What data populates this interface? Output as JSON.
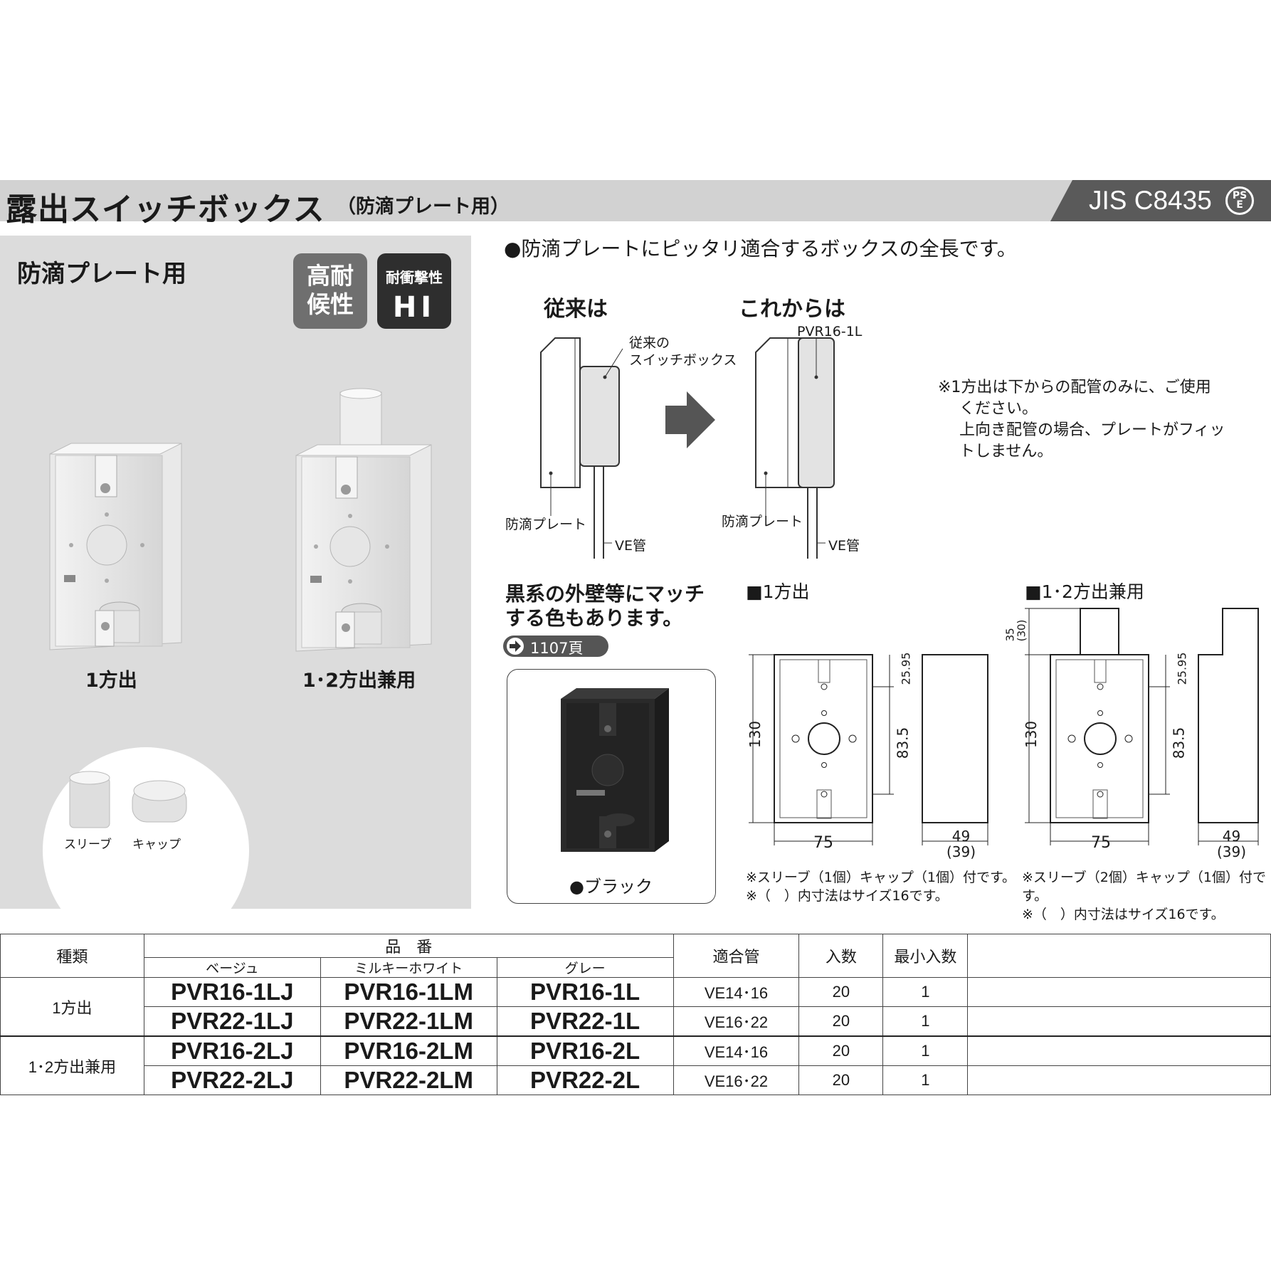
{
  "header": {
    "title": "露出スイッチボックス",
    "subtitle": "（防滴プレート用）",
    "jis": "JIS C8435",
    "pse_mark": "PSE"
  },
  "left_panel": {
    "title": "防滴プレート用",
    "badge_weather": "高耐候性",
    "badge_weather_l1": "高耐",
    "badge_weather_l2": "候性",
    "badge_impact_top": "耐衝撃性",
    "badge_impact_main": "HI",
    "photo1_label": "1方出",
    "photo2_label": "1･2方出兼用",
    "acc_sleeve": "スリーブ",
    "acc_cap": "キャップ"
  },
  "comparison": {
    "heading": "●防滴プレートにピッタリ適合するボックスの全長です。",
    "before_title": "従来は",
    "after_title": "これからは",
    "before_box_label_1": "従来の",
    "before_box_label_2": "スイッチボックス",
    "after_model": "PVR16-1L",
    "plate_label": "防滴プレート",
    "pipe_label": "VE管",
    "note_1": "※1方出は下からの配管のみに、ご使用",
    "note_2": "ください。",
    "note_3": "上向き配管の場合、プレートがフィッ",
    "note_4": "トしません。"
  },
  "black_variant": {
    "text_1": "黒系の外壁等にマッチ",
    "text_2": "する色もあります。",
    "ref": "1107頁",
    "label": "●ブラック"
  },
  "drawings": {
    "one_way": {
      "title": "■1方出",
      "dim_height": "130",
      "dim_width": "75",
      "dim_top": "25.95",
      "dim_pitch": "83.5",
      "dim_depth": "49",
      "dim_depth_alt": "(39)",
      "note_1": "※スリーブ（1個）キャップ（1個）付です。",
      "note_2": "※（　）内寸法はサイズ16です。"
    },
    "two_way": {
      "title": "■1･2方出兼用",
      "dim_tube": "35",
      "dim_tube_alt": "(30)",
      "dim_height": "130",
      "dim_width": "75",
      "dim_top": "25.95",
      "dim_pitch": "83.5",
      "dim_depth": "49",
      "dim_depth_alt": "(39)",
      "note_1": "※スリーブ（2個）キャップ（1個）付です。",
      "note_2": "※（　）内寸法はサイズ16です。"
    }
  },
  "table": {
    "h_type": "種類",
    "h_part": "品　番",
    "h_beige": "ベージュ",
    "h_milky": "ミルキーホワイト",
    "h_gray": "グレー",
    "h_pipe": "適合管",
    "h_qty": "入数",
    "h_minqty": "最小入数",
    "rows": [
      {
        "type": "1方出",
        "beige": "PVR16-1LJ",
        "milky": "PVR16-1LM",
        "gray": "PVR16-1L",
        "pipe": "VE14･16",
        "qty": "20",
        "min": "1"
      },
      {
        "type": "",
        "beige": "PVR22-1LJ",
        "milky": "PVR22-1LM",
        "gray": "PVR22-1L",
        "pipe": "VE16･22",
        "qty": "20",
        "min": "1"
      },
      {
        "type": "1･2方出兼用",
        "beige": "PVR16-2LJ",
        "milky": "PVR16-2LM",
        "gray": "PVR16-2L",
        "pipe": "VE14･16",
        "qty": "20",
        "min": "1"
      },
      {
        "type": "",
        "beige": "PVR22-2LJ",
        "milky": "PVR22-2LM",
        "gray": "PVR22-2L",
        "pipe": "VE16･22",
        "qty": "20",
        "min": "1"
      }
    ]
  }
}
